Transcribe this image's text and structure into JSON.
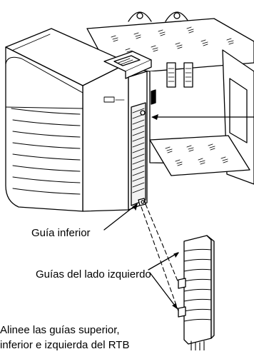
{
  "labels": {
    "bottom_guide": "Guía inferior",
    "left_guides": "Guías del lado izquierdo",
    "note_line1": "Alinee las guías superior,",
    "note_line2": "inferior e izquierda del RTB"
  },
  "colors": {
    "line": "#000000",
    "background": "#ffffff",
    "housing": "#ffffff",
    "shade": "#e6e6e6"
  }
}
